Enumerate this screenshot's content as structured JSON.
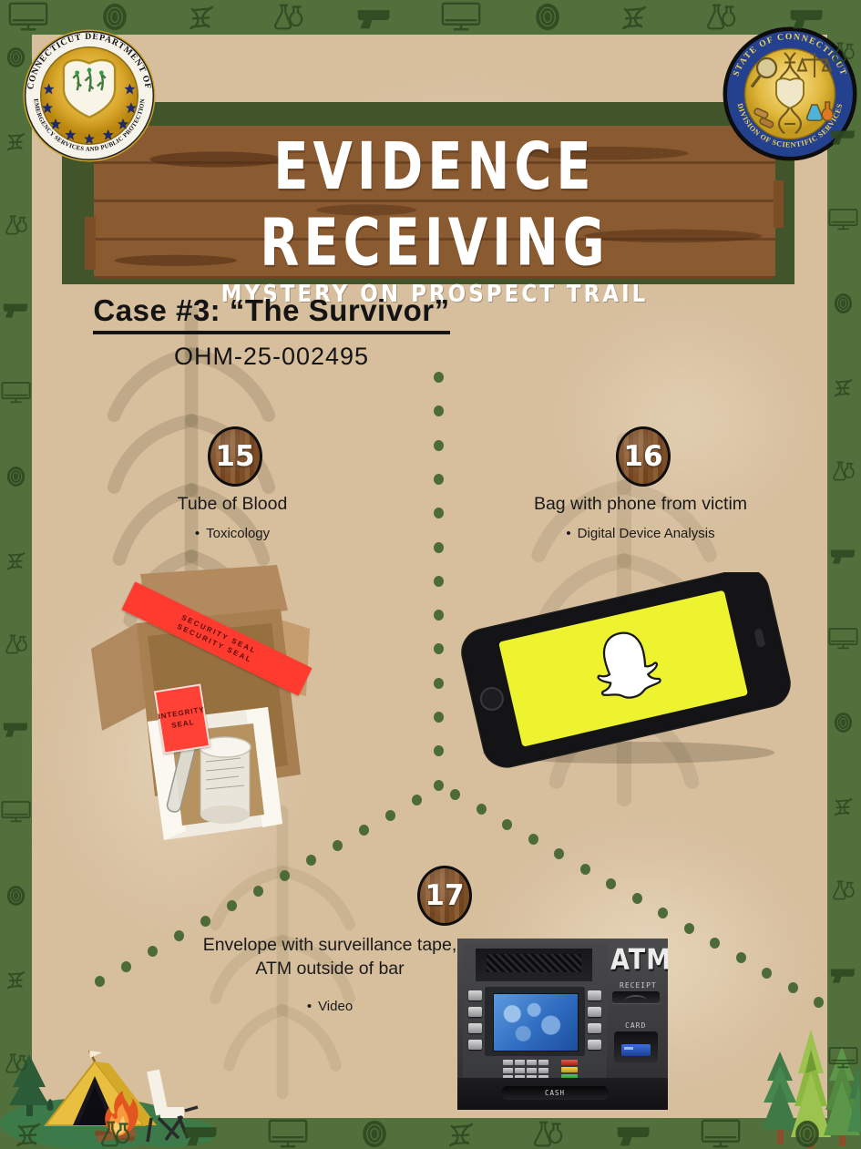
{
  "header": {
    "title": "EVIDENCE RECEIVING",
    "subtitle": "MYSTERY ON PROSPECT TRAIL"
  },
  "seals": {
    "left": {
      "arc_top": "CONNECTICUT DEPARTMENT OF",
      "arc_bottom": "EMERGENCY SERVICES AND PUBLIC PROTECTION"
    },
    "right": {
      "arc_top": "STATE OF CONNECTICUT",
      "arc_bottom": "DIVISION OF SCIENTIFIC SERVICES"
    }
  },
  "case": {
    "title": "Case #3: “The Survivor”",
    "number": "OHM-25-002495"
  },
  "items": [
    {
      "number": "15",
      "label": "Tube of Blood",
      "analysis": "Toxicology"
    },
    {
      "number": "16",
      "label": "Bag with phone from victim",
      "analysis": "Digital Device Analysis"
    },
    {
      "number": "17",
      "label": "Envelope with surveillance tape, ATM outside of bar",
      "analysis": "Video"
    }
  ],
  "evidence_photos": {
    "blood_box": {
      "security_strip": "SECURITY SEAL",
      "integrity_label": "INTEGRITY SEAL"
    },
    "phone": {
      "app_icon": "snapchat-ghost-logo"
    },
    "atm": {
      "brand": "ATM",
      "receipt": "RECEIPT",
      "card": "CARD",
      "cash": "CASH"
    }
  },
  "border_icon_names": [
    "monitor-icon",
    "fingerprint-icon",
    "dna-icon",
    "flask-icon",
    "gun-icon"
  ],
  "colors": {
    "border_green": "#51703c",
    "header_green": "#42552a",
    "wood_brown": "#8a5a31",
    "dot_green": "#4c6b39",
    "snapchat_yellow": "#edf32e",
    "seal_red": "#ff3b30",
    "tan_background": "#d7bf9e"
  }
}
